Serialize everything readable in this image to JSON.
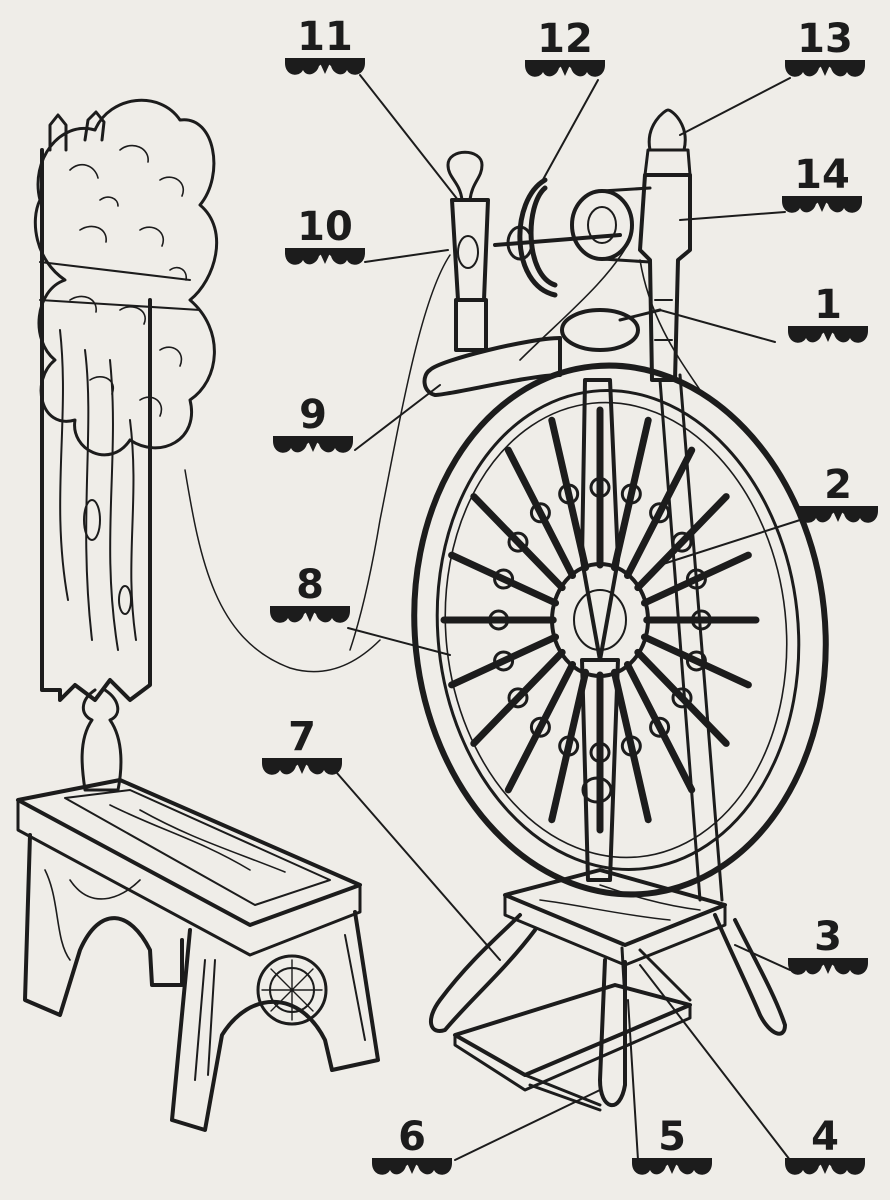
{
  "diagram": {
    "subject": "spinning-wheel-illustration",
    "callouts": [
      {
        "label": "1"
      },
      {
        "label": "2"
      },
      {
        "label": "3"
      },
      {
        "label": "4"
      },
      {
        "label": "5"
      },
      {
        "label": "6"
      },
      {
        "label": "7"
      },
      {
        "label": "8"
      },
      {
        "label": "9"
      },
      {
        "label": "10"
      },
      {
        "label": "11"
      },
      {
        "label": "12"
      },
      {
        "label": "13"
      },
      {
        "label": "14"
      }
    ]
  },
  "colors": {
    "paper": "#efede8",
    "ink": "#1c1c1c"
  }
}
